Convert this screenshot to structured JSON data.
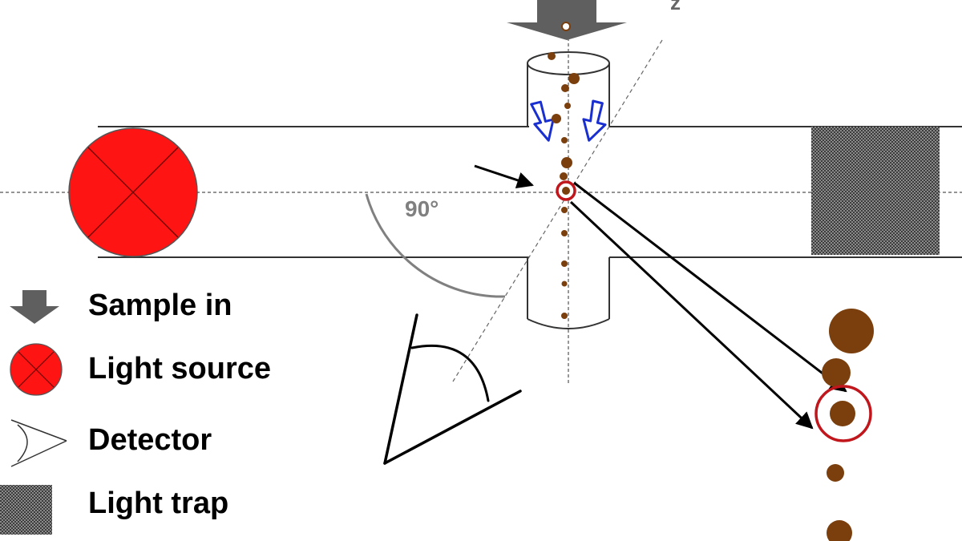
{
  "diagram": {
    "angle_label": "90°",
    "axis_label": "z",
    "legend": [
      {
        "key": "sample_in",
        "label": "Sample in"
      },
      {
        "key": "light_source",
        "label": "Light source"
      },
      {
        "key": "detector",
        "label": "Detector"
      },
      {
        "key": "light_trap",
        "label": "Light trap"
      }
    ]
  },
  "colors": {
    "source_red": "#ff1414",
    "particle_brown": "#7a3f0d",
    "highlight_ring": "#c0161c",
    "flow_arrow_blue": "#1a2fd0",
    "sample_arrow_gray": "#5f5f5f",
    "trap_gray": "#6b6b6b",
    "angle_gray": "#808080"
  },
  "icons": {
    "sample_in": "down-arrow-icon",
    "light_source": "crossed-circle-icon",
    "detector": "detector-cone-icon",
    "light_trap": "hatched-square-icon"
  }
}
